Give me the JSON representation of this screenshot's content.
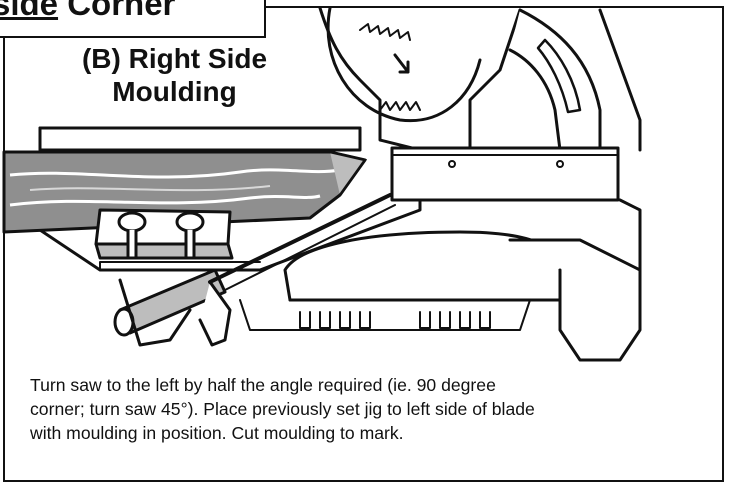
{
  "header": {
    "prefix": "side",
    "rest": " Corner"
  },
  "figure": {
    "label_line1": "(B) Right Side",
    "label_line2": "Moulding"
  },
  "caption": {
    "line1": "Turn saw to the left by half the angle required (ie. 90 degree",
    "line2": "corner; turn saw 45°). Place previously set jig to left side of blade",
    "line3": "with moulding in position. Cut moulding to mark."
  },
  "colors": {
    "ink": "#111111",
    "paper": "#ffffff",
    "wood": "#8f8f8f",
    "shade": "#bdbdbd"
  }
}
